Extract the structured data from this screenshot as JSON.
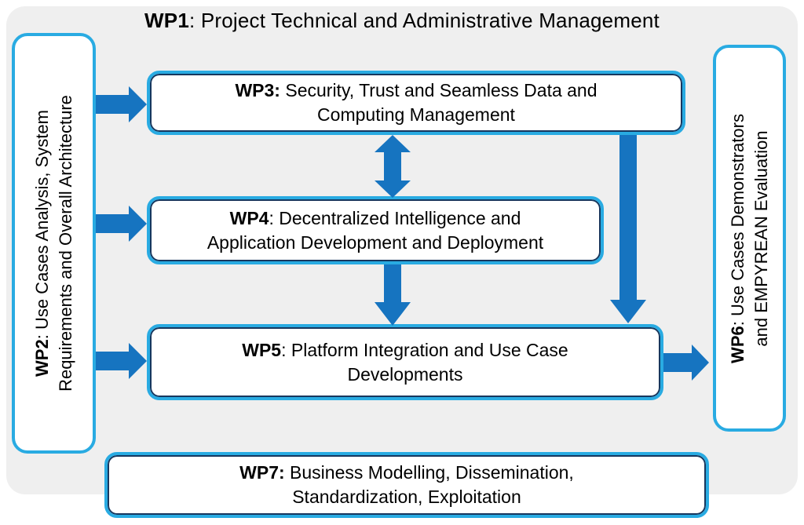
{
  "colors": {
    "page-bg": "#ffffff",
    "container-fill": "#efefef",
    "box-border": "#29abe2",
    "box-inner-border": "#17375e",
    "arrow": "#1674c0",
    "text": "#000000"
  },
  "wp1": {
    "bold": "WP1",
    "rest": ": Project Technical and Administrative Management"
  },
  "wp2": {
    "bold": "WP2",
    "line1": ": Use Cases Analysis, System",
    "line2": "Requirements and Overall Architecture"
  },
  "wp3": {
    "bold": "WP3:",
    "line1": " Security, Trust and Seamless Data and",
    "line2": "Computing Management"
  },
  "wp4": {
    "bold": "WP4",
    "line1": ": Decentralized Intelligence and",
    "line2": "Application Development and Deployment"
  },
  "wp5": {
    "bold": "WP5",
    "line1": ": Platform Integration and Use Case",
    "line2": "Developments"
  },
  "wp6": {
    "bold": "WP6",
    "line1": ": Use Cases Demonstrators",
    "line2": "and EMPYREAN Evaluation"
  },
  "wp7": {
    "bold": "WP7:",
    "line1": " Business Modelling, Dissemination,",
    "line2": "Standardization, Exploitation"
  }
}
